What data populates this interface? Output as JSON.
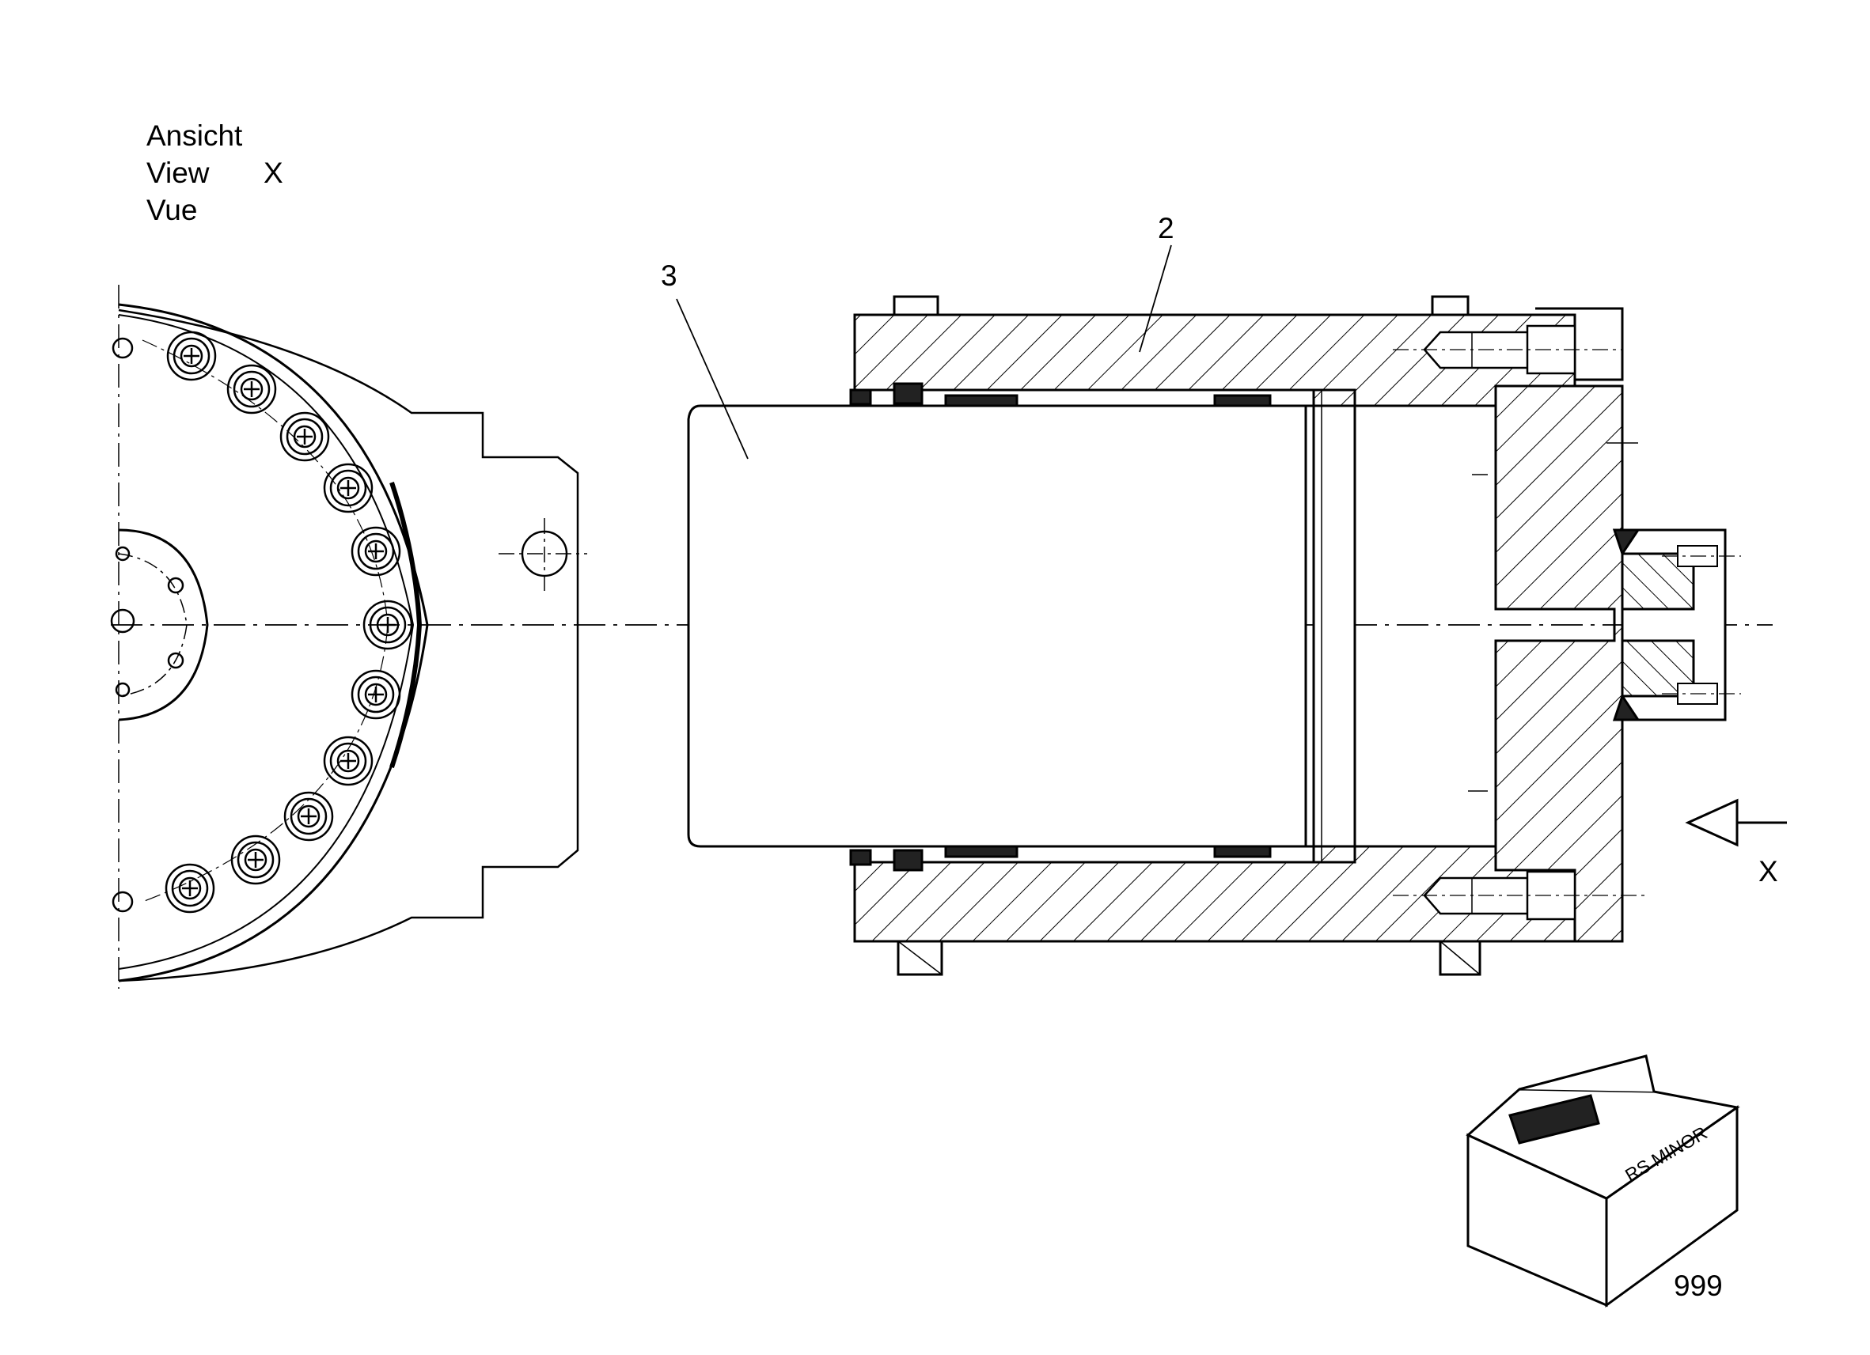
{
  "view_label": {
    "line1": "Ansicht",
    "line2": "View",
    "line3": "Vue",
    "letter": "X"
  },
  "callouts": {
    "part_2": "2",
    "part_3": "3"
  },
  "view_arrow_label": "X",
  "package": {
    "brand": "RS MINOR",
    "number": "999"
  },
  "colors": {
    "ink": "#000000",
    "background": "#ffffff",
    "seal": "#222222"
  }
}
